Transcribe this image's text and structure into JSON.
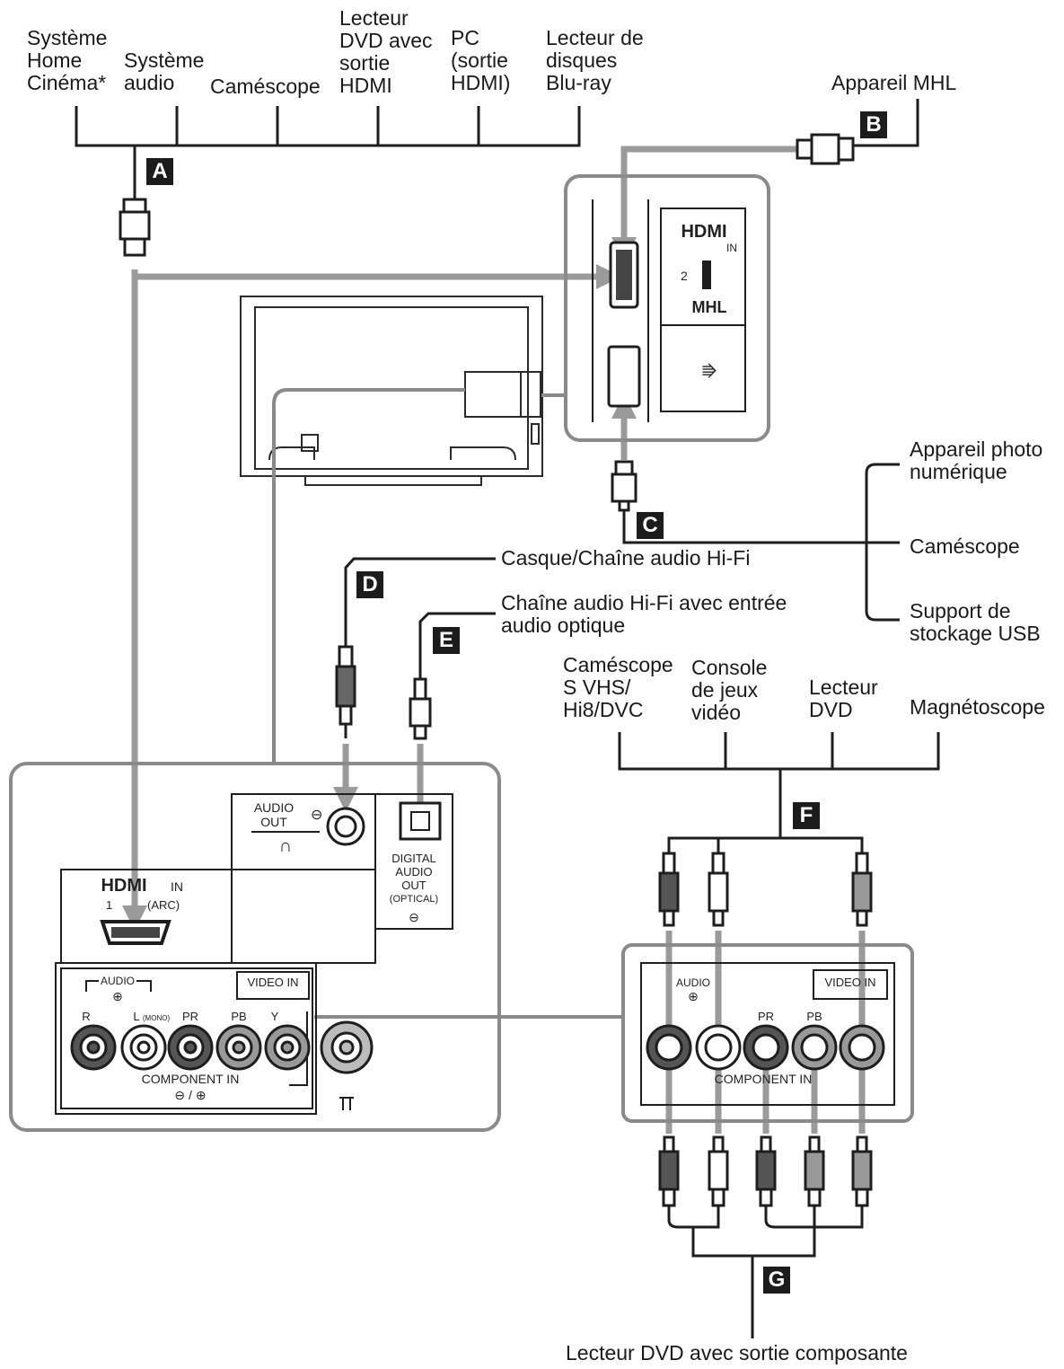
{
  "top_devices": [
    "Système\nHome\nCinéma*",
    "Système\naudio",
    "Caméscope",
    "Lecteur\nDVD avec\nsortie\nHDMI",
    "PC\n(sortie\nHDMI)",
    "Lecteur de\ndisques\nBlu-ray"
  ],
  "mhl_device": "Appareil MHL",
  "usb_devices": [
    "Appareil photo\nnumérique",
    "Caméscope",
    "Support de\nstockage USB"
  ],
  "headphone_device": "Casque/Chaîne audio Hi-Fi",
  "optical_device": "Chaîne audio Hi-Fi avec entrée\naudio optique",
  "video_devices": [
    "Caméscope\nS VHS/\nHi8/DVC",
    "Console\nde jeux\nvidéo",
    "Lecteur\nDVD",
    "Magnétoscope"
  ],
  "component_device": "Lecteur DVD avec sortie composante",
  "cable_tags": [
    "A",
    "B",
    "C",
    "D",
    "E",
    "F",
    "G"
  ],
  "side_panel": {
    "hdmi_logo": "HDMI",
    "in_label": "IN",
    "port_number": "2",
    "mhl_logo": "MHL",
    "usb_icon": "usb-icon"
  },
  "rear_panel": {
    "audio_out": "AUDIO\nOUT",
    "digital_audio_out": "DIGITAL\nAUDIO\nOUT\n(OPTICAL)",
    "hdmi_logo": "HDMI",
    "hdmi_in": "IN",
    "hdmi_port": "1",
    "arc": "(ARC)",
    "audio": "AUDIO",
    "video_in": "VIDEO IN",
    "r": "R",
    "l_mono": "L",
    "mono": "(MONO)",
    "pr": "PR",
    "pb": "PB",
    "y": "Y",
    "component_in": "COMPONENT IN"
  },
  "colors": {
    "line": "#1e1e1e",
    "arrow": "#9a9a9a",
    "panel": "#8a8a8a",
    "tag_bg": "#1c1c1c"
  }
}
